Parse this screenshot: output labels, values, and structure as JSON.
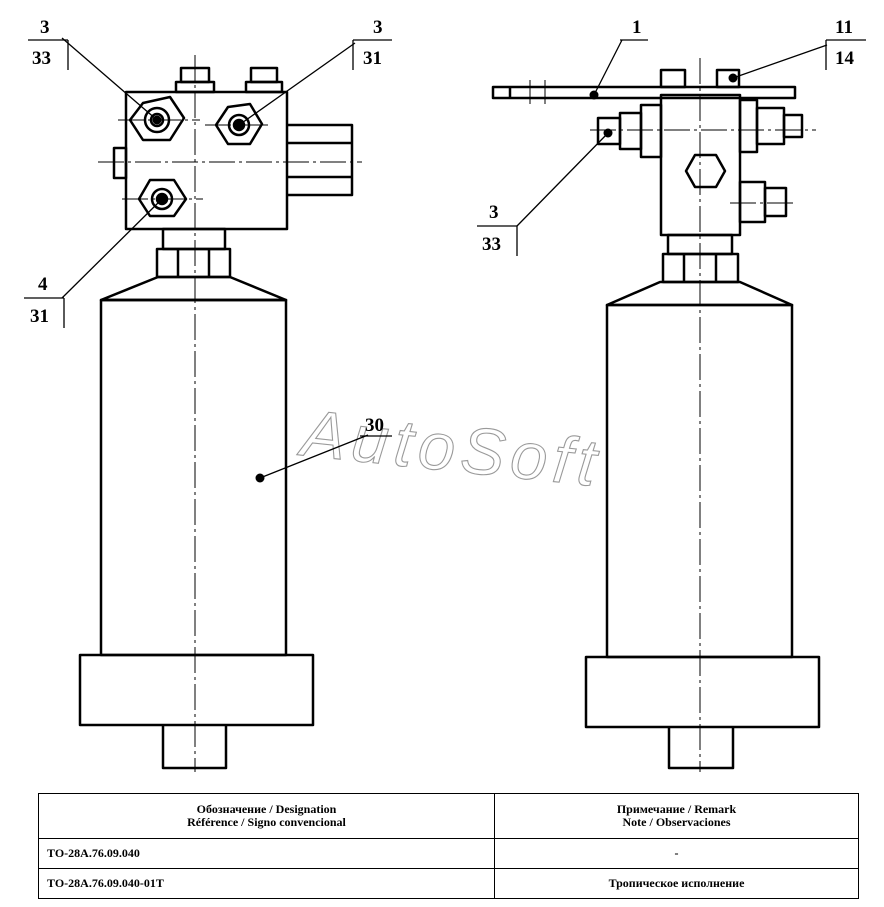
{
  "callouts": {
    "left_top_left": {
      "top": "3",
      "bottom": "33"
    },
    "left_top_right": {
      "top": "3",
      "bottom": "31"
    },
    "left_lower": {
      "top": "4",
      "bottom": "31"
    },
    "left_body": "30",
    "right_lever": "1",
    "right_top": {
      "top": "11",
      "bottom": "14"
    },
    "right_side": {
      "top": "3",
      "bottom": "33"
    }
  },
  "watermark": "AutoSoft",
  "table": {
    "header": {
      "designation": [
        "Обозначение / Designation",
        "Référence / Signo convencional"
      ],
      "remark": [
        "Примечание / Remark",
        "Note / Observaciones"
      ]
    },
    "rows": [
      {
        "designation": "ТО-28А.76.09.040",
        "remark": "-"
      },
      {
        "designation": "ТО-28А.76.09.040-01Т",
        "remark": "Тропическое исполнение"
      }
    ]
  },
  "colors": {
    "ink": "#000000",
    "watermark": "#9a9a9a",
    "background": "#ffffff"
  }
}
